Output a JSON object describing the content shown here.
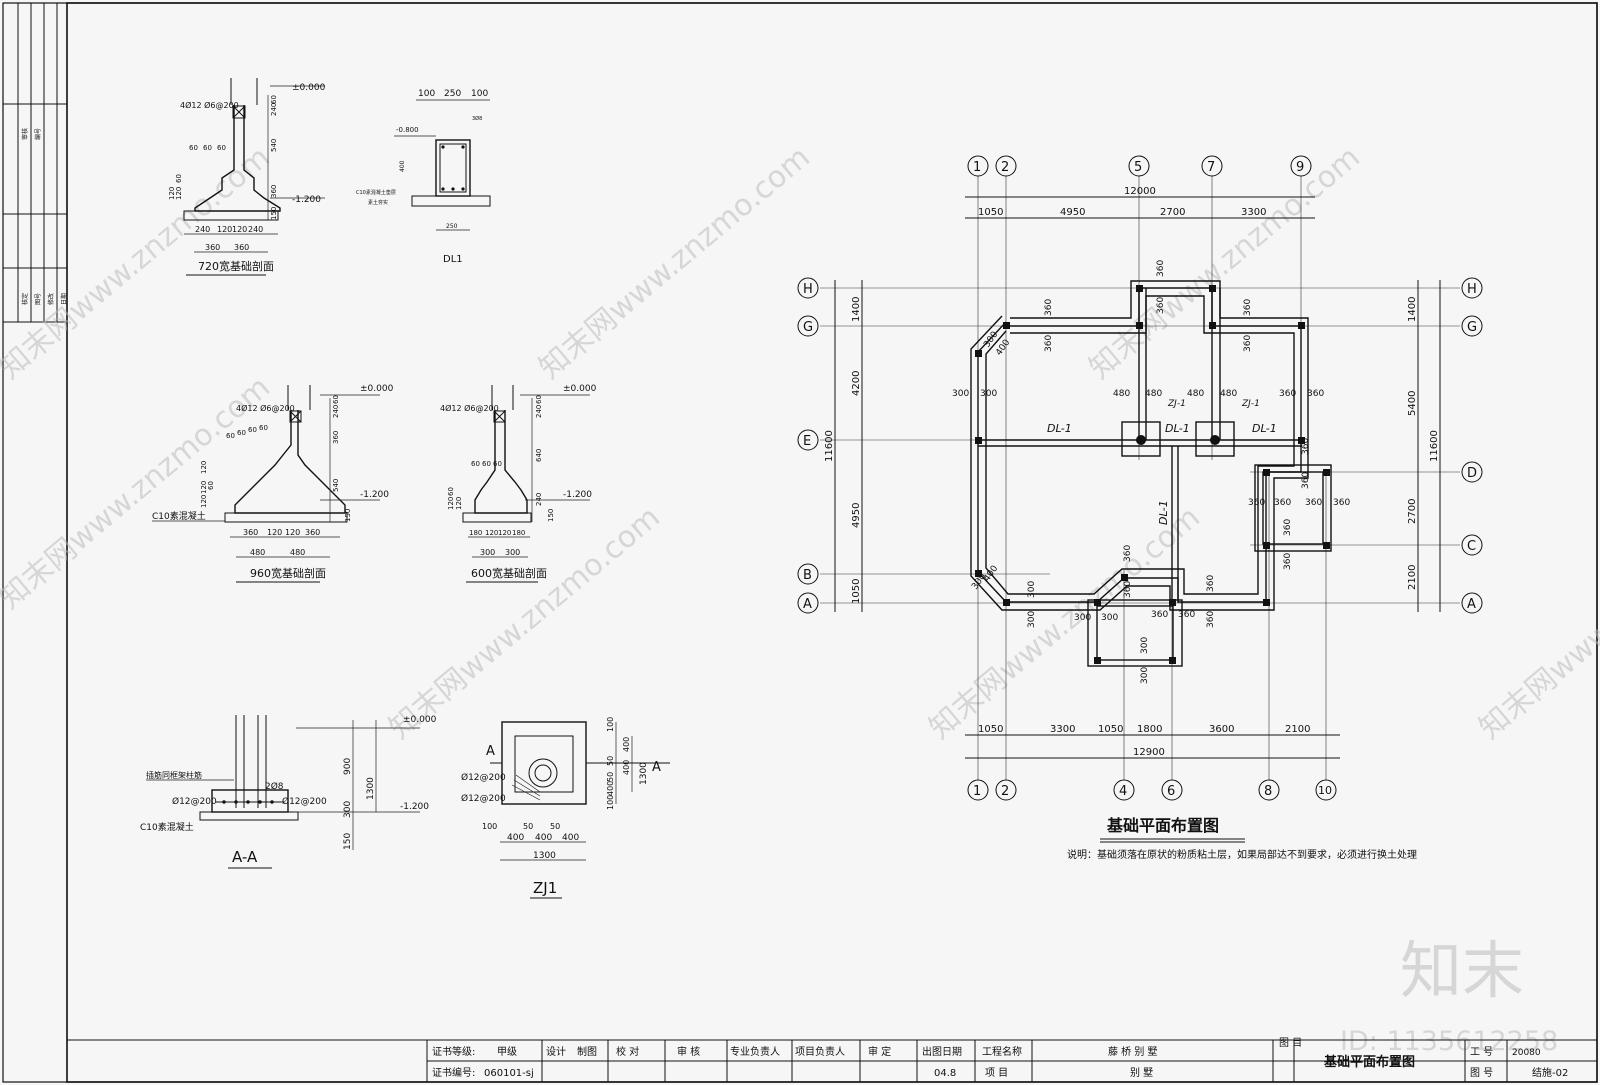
{
  "sheet": {
    "main_title": "基础平面布置图",
    "note": "说明：基础须落在原状的粉质粘土层，如果局部达不到要求，必须进行换土处理"
  },
  "left_strip": {
    "labels": [
      "审核",
      "编号",
      "核定",
      "图号",
      "修改",
      "日期"
    ]
  },
  "details": {
    "d720": {
      "title": "720宽基础剖面",
      "rebar": "4Ø12 Ø6@200",
      "elev_top": "±0.000",
      "elev_bot": "-1.200",
      "dims_v": [
        "240",
        "60",
        "540",
        "360",
        "60",
        "60",
        "120",
        "120",
        "150"
      ],
      "steps": [
        "60",
        "60",
        "60"
      ],
      "dims_h": [
        "240",
        "120",
        "120",
        "240"
      ],
      "dims_h2": [
        "360",
        "360"
      ]
    },
    "dl1": {
      "title": "DL1",
      "dims_top": [
        "100",
        "250",
        "100"
      ],
      "elev": "-0.800",
      "dim_side": "400",
      "dim_bot": "250",
      "note1": "C10素混凝土垫层",
      "note2": "素土夯实",
      "rebar": "3Ø8"
    },
    "d960": {
      "title": "960宽基础剖面",
      "rebar": "4Ø12 Ø6@200",
      "elev_top": "±0.000",
      "elev_bot": "-1.200",
      "concrete": "C10素混凝土",
      "dims_v": [
        "240",
        "60",
        "360",
        "540",
        "150"
      ],
      "steps": [
        "60",
        "60",
        "60",
        "60"
      ],
      "steps_v": [
        "120",
        "120",
        "60",
        "120"
      ],
      "dims_h": [
        "360",
        "120",
        "120",
        "360"
      ],
      "dims_h2": [
        "480",
        "480"
      ]
    },
    "d600": {
      "title": "600宽基础剖面",
      "rebar": "4Ø12 Ø6@200",
      "elev_top": "±0.000",
      "elev_bot": "-1.200",
      "dims_v": [
        "240",
        "60",
        "640",
        "240",
        "150"
      ],
      "steps": [
        "60",
        "60",
        "60"
      ],
      "steps_v": [
        "60",
        "120",
        "120"
      ],
      "dims_h": [
        "180",
        "120",
        "120",
        "180"
      ],
      "dims_h2": [
        "300",
        "300"
      ]
    },
    "aa": {
      "title": "A-A",
      "elev_top": "±0.000",
      "elev_bot": "-1.200",
      "label1": "插筋同框架柱筋",
      "label2": "2Ø8",
      "label3": "Ø12@200",
      "label4": "Ø12@200",
      "label5": "C10素混凝土",
      "dims_v": [
        "900",
        "1300",
        "300",
        "150"
      ]
    },
    "zj1": {
      "title": "ZJ1",
      "section_mark": "A",
      "rebar1": "Ø12@200",
      "rebar2": "Ø12@200",
      "dims_right": [
        "100",
        "400",
        "50",
        "400",
        "50",
        "400",
        "100"
      ],
      "total_right": "1300",
      "dims_bot_small": [
        "100",
        "50",
        "50"
      ],
      "dims_bot": [
        "400",
        "400",
        "400"
      ],
      "total_bot": "1300"
    }
  },
  "plan": {
    "top_axes": [
      "1",
      "2",
      "5",
      "7",
      "9"
    ],
    "bottom_axes": [
      "1",
      "2",
      "4",
      "6",
      "8",
      "10"
    ],
    "left_axes": [
      "H",
      "G",
      "E",
      "B",
      "A"
    ],
    "right_axes": [
      "H",
      "G",
      "D",
      "C",
      "A"
    ],
    "top_total": "12000",
    "top_dims": [
      "1050",
      "4950",
      "2700",
      "3300"
    ],
    "bottom_total": "12900",
    "bottom_dims": [
      "1050",
      "3300",
      "1050",
      "1800",
      "3600",
      "2100"
    ],
    "left_total": "11600",
    "left_dims": [
      "1400",
      "4200",
      "4950",
      "1050"
    ],
    "right_total": "11600",
    "right_dims": [
      "1400",
      "5400",
      "2700",
      "2100"
    ],
    "beam_labels": [
      "DL-1",
      "DL-1",
      "DL-1",
      "DL-1"
    ],
    "footing_labels": [
      "ZJ-1",
      "ZJ-1"
    ],
    "inner_dims": {
      "d360": "360",
      "d300": "300",
      "d480": "480",
      "d400": "400"
    }
  },
  "title_block": {
    "cert_grade_label": "证书等级:",
    "cert_grade": "甲级",
    "cert_no_label": "证书编号:",
    "cert_no": "060101-sj",
    "design": "设计",
    "draw": "制图",
    "proof": "校 对",
    "review": "审 核",
    "spec_lead": "专业负责人",
    "proj_lead": "项目负责人",
    "approve": "审 定",
    "date_label": "出图日期",
    "date": "04.8",
    "proj_name_label": "工程名称",
    "proj_name": "藤 桥 别 墅",
    "item_label": "项 目",
    "item": "别 墅",
    "drawing_label": "图 目",
    "drawing_name": "基础平面布置图",
    "no_label1": "工 号",
    "no_value": "20080",
    "no_label2": "图 号",
    "sheet_no": "结施-02"
  },
  "watermarks": {
    "site": "知末网www.znzmo.com",
    "brand": "知末",
    "id": "ID: 1135612258"
  }
}
